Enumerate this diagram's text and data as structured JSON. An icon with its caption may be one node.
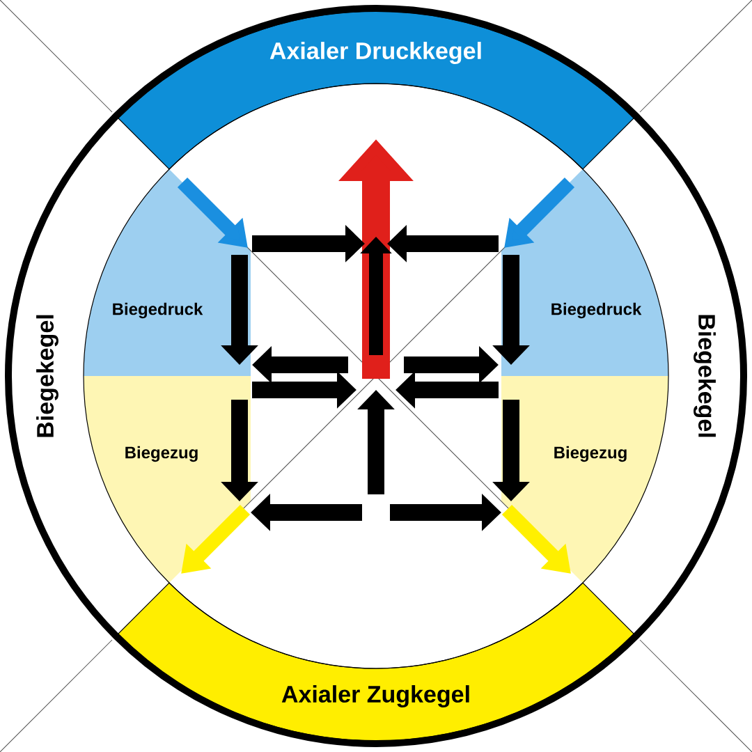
{
  "diagram": {
    "nodes": [
      {
        "text": [
          "Axialer Druckkegel"
        ]
      },
      {
        "text": [
          "Axialer Zugkegel"
        ]
      }
    ],
    "edges": [],
    "labels": [
      "Biegedruck",
      "Biegedruck",
      "Biegekegel",
      "Biegekegel",
      "Biegezug",
      "Biegezug"
    ]
  }
}
